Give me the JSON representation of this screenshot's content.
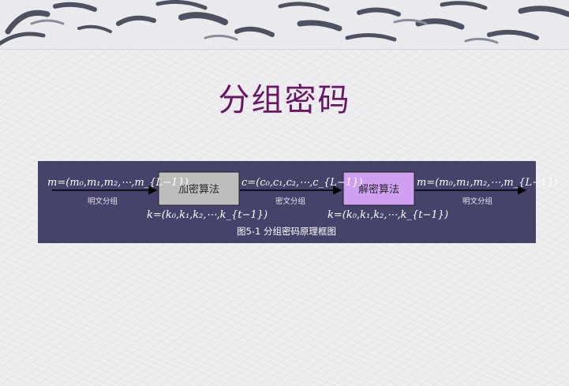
{
  "slide": {
    "title": "分组密码"
  },
  "figure": {
    "input_label": "m=(m₀,m₁,m₂,⋯,m_{L−1})",
    "input_caption": "明文分组",
    "encrypt_box": "加密算法",
    "cipher_label": "c=(c₀,c₁,c₂,⋯,c_{L−1})",
    "cipher_caption": "密文分组",
    "decrypt_box": "解密算法",
    "output_label": "m=(m₀,m₁,m₂,⋯,m_{L−1})",
    "output_caption": "明文分组",
    "key_label_1": "k=(k₀,k₁,k₂,⋯,k_{t−1})",
    "key_label_2": "k=(k₀,k₁,k₂,⋯,k_{t−1})",
    "caption": "图5-1  分组密码原理框图"
  },
  "colors": {
    "title": "#6a1566",
    "figure_background": "#45436a",
    "encrypt_box": "#bdbdbd",
    "decrypt_box": "#cf9ff2"
  }
}
